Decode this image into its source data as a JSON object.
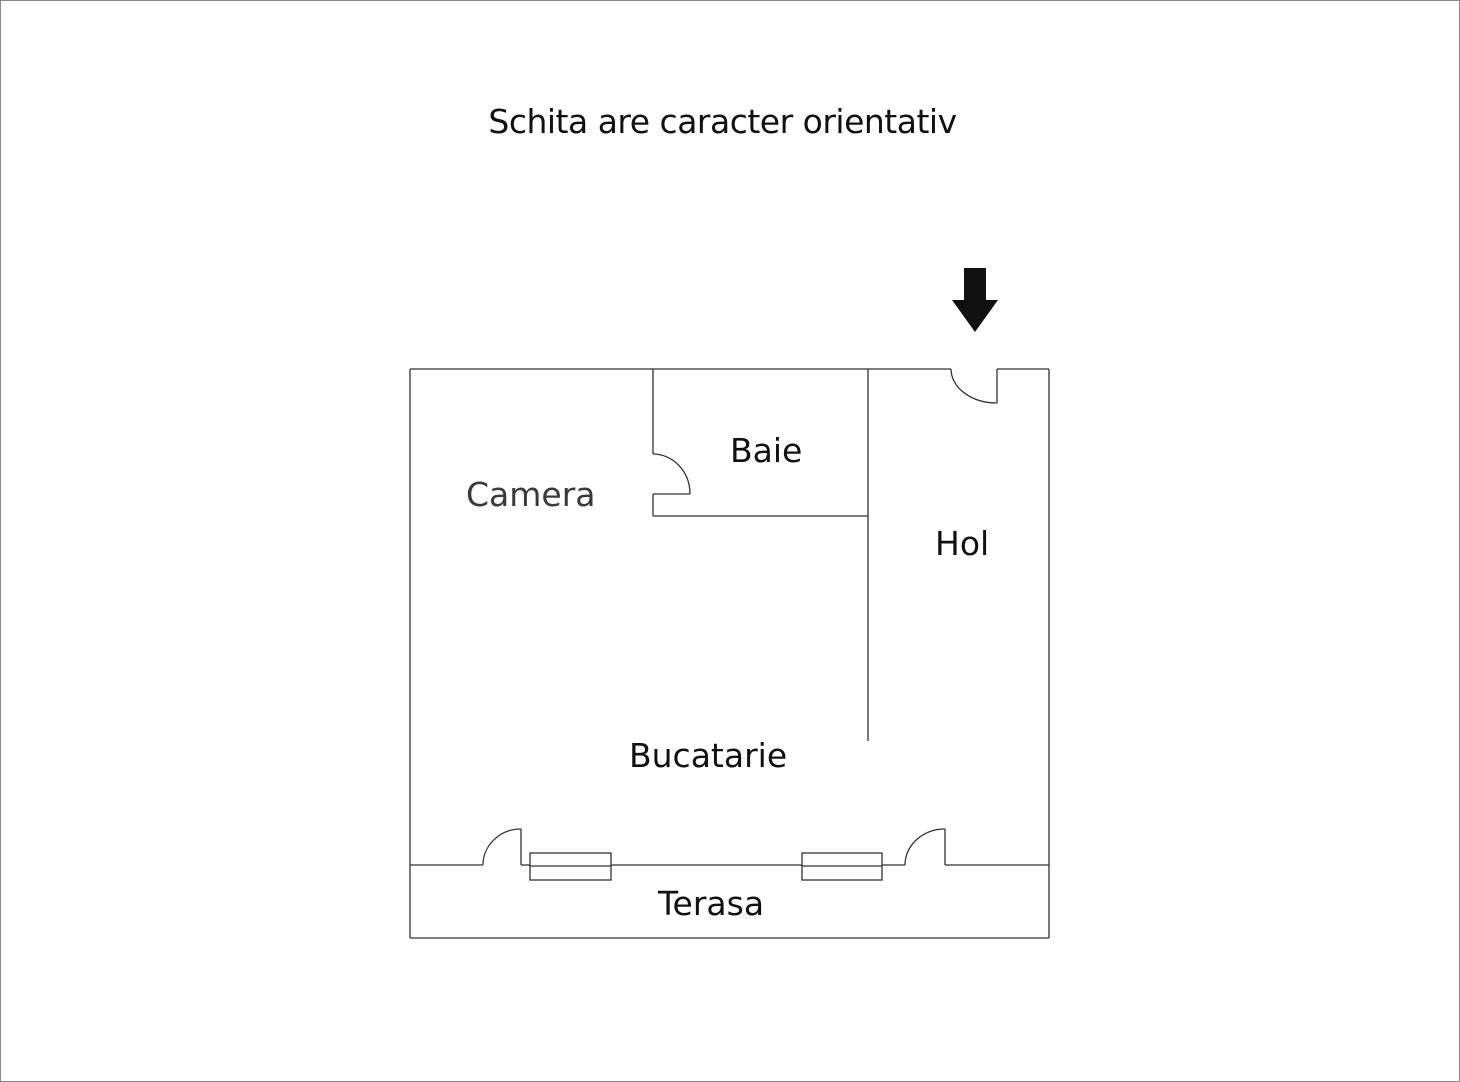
{
  "page": {
    "title": "Schita are caracter orientativ"
  },
  "plan": {
    "rooms": {
      "camera": "Camera",
      "baie": "Baie",
      "hol": "Hol",
      "bucatarie": "Bucatarie",
      "terasa": "Terasa"
    },
    "entrance_marker": "arrow-down-icon",
    "line_color": "#333333"
  }
}
